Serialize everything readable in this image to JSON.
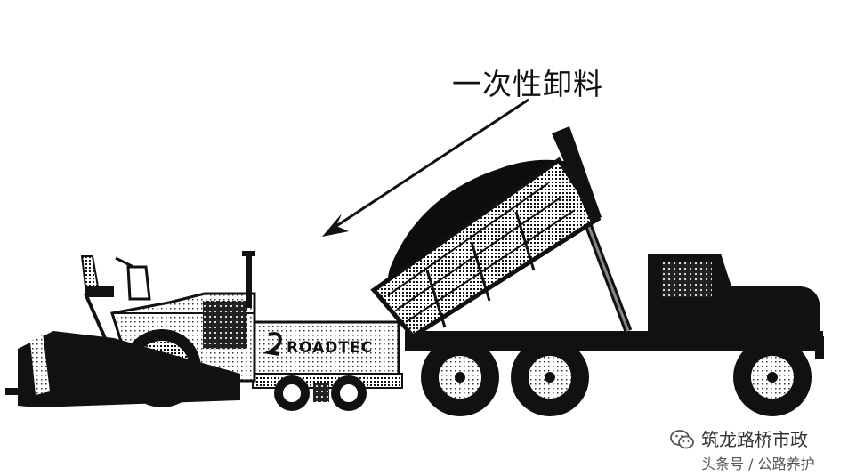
{
  "caption": "一次性卸料",
  "brand_label": "ROADTEC",
  "watermark": {
    "title": "筑龙路桥市政",
    "subtitle": "头条号 / 公路养护"
  },
  "colors": {
    "ink": "#111111",
    "dither": "#8a8a8a",
    "background": "#ffffff"
  },
  "icons": {
    "watermark": "wechat-icon",
    "brand": "roadtec-logo-icon"
  }
}
